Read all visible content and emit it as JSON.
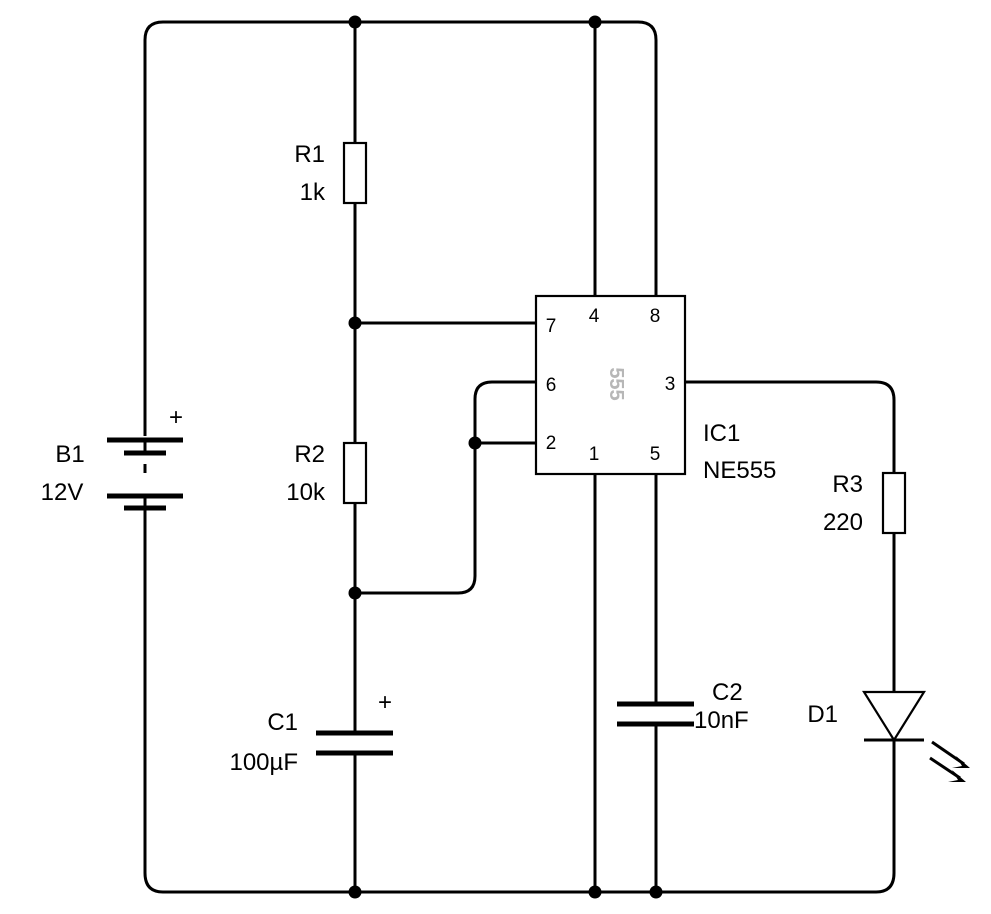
{
  "components": {
    "b1": {
      "ref": "B1",
      "value": "12V",
      "polarity": "+"
    },
    "r1": {
      "ref": "R1",
      "value": "1k"
    },
    "r2": {
      "ref": "R2",
      "value": "10k"
    },
    "r3": {
      "ref": "R3",
      "value": "220"
    },
    "c1": {
      "ref": "C1",
      "value": "100µF",
      "polarity": "+"
    },
    "c2": {
      "ref": "C2",
      "value": "10nF"
    },
    "d1": {
      "ref": "D1"
    },
    "ic1": {
      "ref": "IC1",
      "value": "NE555",
      "chip_marking": "555",
      "pins": {
        "p1": "1",
        "p2": "2",
        "p3": "3",
        "p4": "4",
        "p5": "5",
        "p6": "6",
        "p7": "7",
        "p8": "8"
      }
    }
  }
}
